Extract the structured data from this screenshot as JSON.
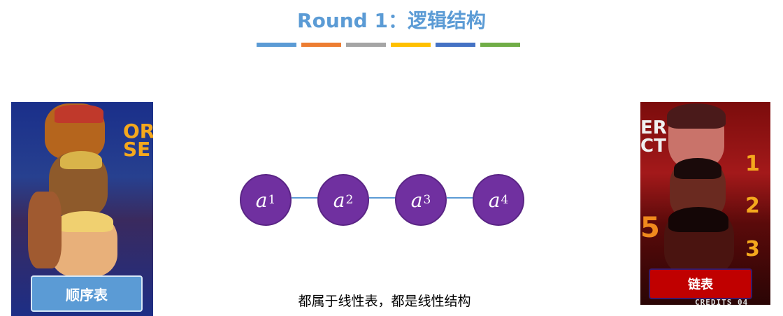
{
  "title": "Round 1：逻辑结构",
  "color_bar": [
    "#5b9bd5",
    "#ed7d31",
    "#a5a5a5",
    "#ffc000",
    "#4472c4",
    "#70ad47"
  ],
  "left_panel": {
    "label": "顺序表",
    "sign_text_1": "OR",
    "sign_text_2": "SE"
  },
  "right_panel": {
    "label": "链表",
    "sign_text_1": "ER",
    "sign_text_2": "CT",
    "numbers": [
      "1",
      "2",
      "3"
    ],
    "side_digit": "5",
    "credits": "CREDITS 04"
  },
  "nodes": [
    {
      "var": "a",
      "sub": "1"
    },
    {
      "var": "a",
      "sub": "2"
    },
    {
      "var": "a",
      "sub": "3"
    },
    {
      "var": "a",
      "sub": "4"
    }
  ],
  "node_color": "#7030a0",
  "link_color": "#5b9bd5",
  "caption": "都属于线性表，都是线性结构"
}
